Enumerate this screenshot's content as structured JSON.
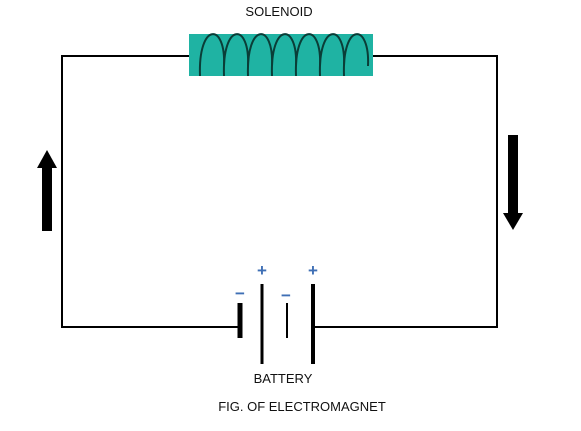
{
  "labels": {
    "solenoid": "SOLENOID",
    "battery": "BATTERY",
    "caption": "FIG. OF ELECTROMAGNET"
  },
  "battery_signs": {
    "plus": "+",
    "minus": "−"
  },
  "colors": {
    "wire": "#000000",
    "solenoid_core": "#1fb3a3",
    "solenoid_coil": "#0a3d37",
    "sign": "#3f6fb5",
    "arrow": "#000000"
  },
  "components": {
    "solenoid_turns": 7,
    "battery_cells": 2
  },
  "current_arrows": [
    {
      "side": "left",
      "direction": "up",
      "icon": "arrow-up-icon"
    },
    {
      "side": "right",
      "direction": "down",
      "icon": "arrow-down-icon"
    }
  ]
}
